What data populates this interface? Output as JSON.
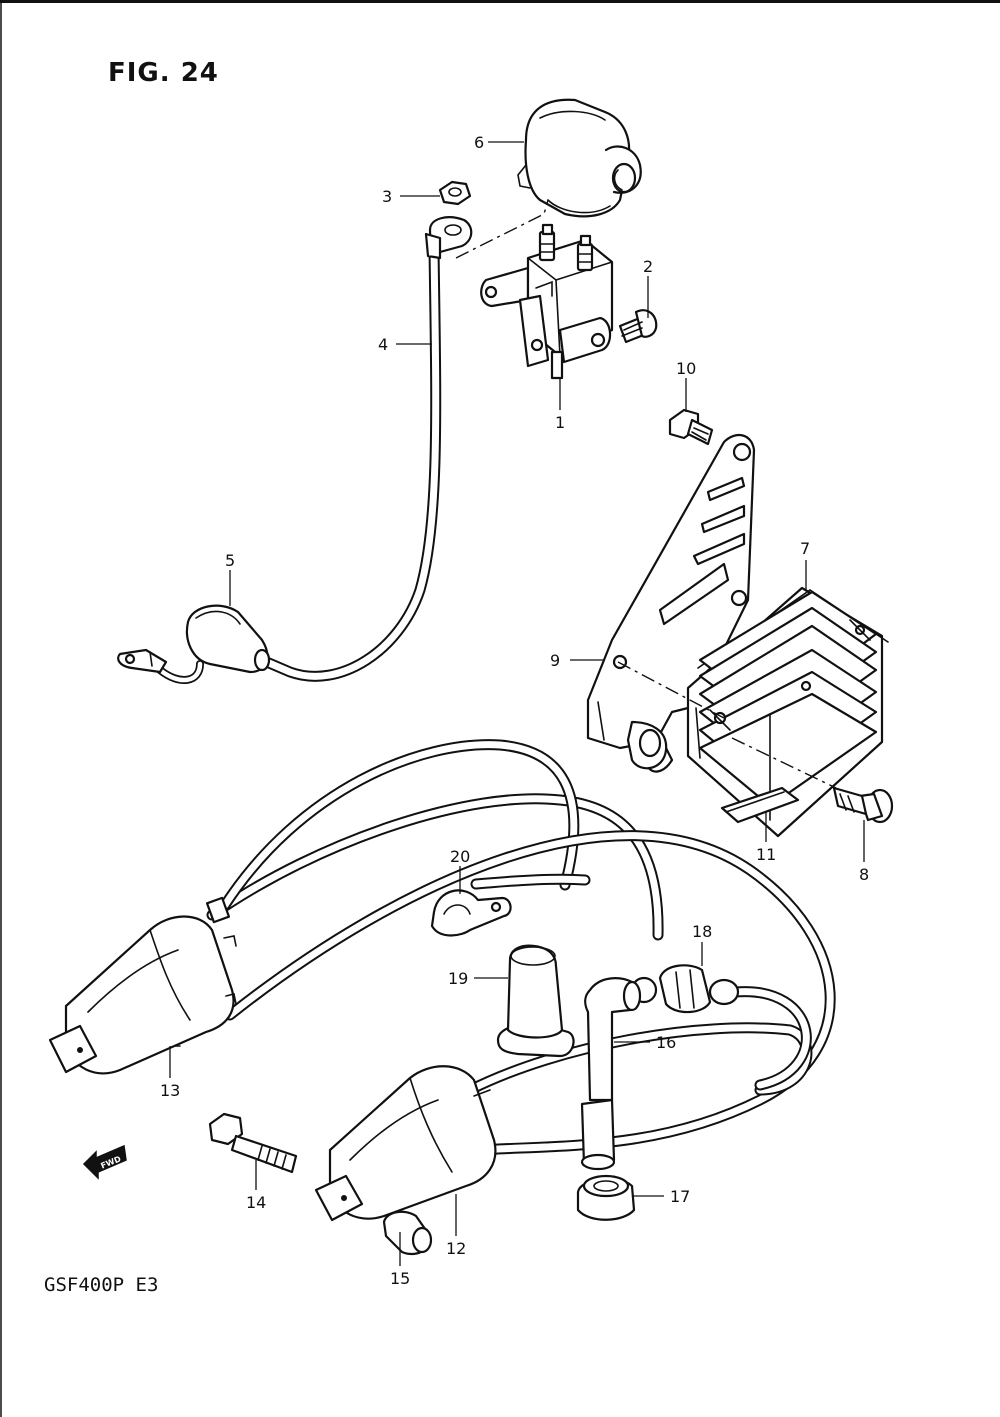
{
  "figure": {
    "title": "FIG. 24",
    "model": "GSF400P  E3",
    "fwd_label": "FWD"
  },
  "callouts": {
    "c1": "1",
    "c2": "2",
    "c3": "3",
    "c4": "4",
    "c5": "5",
    "c6": "6",
    "c7": "7",
    "c8": "8",
    "c9": "9",
    "c10": "10",
    "c11": "11",
    "c12": "12",
    "c13": "13",
    "c14": "14",
    "c15": "15",
    "c16": "16",
    "c17": "17",
    "c18": "18",
    "c19": "19",
    "c20": "20"
  }
}
